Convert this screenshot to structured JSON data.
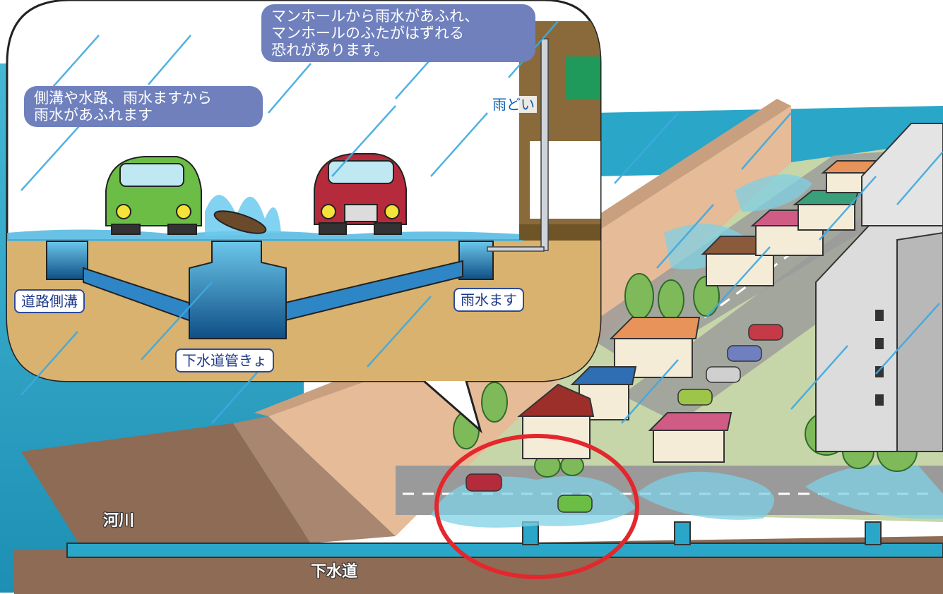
{
  "callouts": {
    "manhole": "マンホールから雨水があふれ、\nマンホールのふたがはずれる\n恐れがあります。",
    "gutter": "側溝や水路、雨水ますから\n雨水があふれます"
  },
  "labels": {
    "downspout": "雨どい",
    "road_gutter": "道路側溝",
    "rain_inlet": "雨水ます",
    "sewer_pipe": "下水道管きょ",
    "river": "河川",
    "sewer": "下水道"
  },
  "colors": {
    "sky_rain": "#3fa9e0",
    "callout_bg": "#6f80bd",
    "soil": "#d8b26e",
    "water": "#2aa6c8",
    "pipe": "#2f86c6",
    "ground_dark": "#9c7a63",
    "highlight_ring": "#e3272d"
  },
  "icons": {
    "car_green": "car-icon",
    "car_red": "car-icon",
    "manhole_lid": "manhole-cover-icon",
    "house": "house-icon",
    "building": "apartment-building-icon",
    "tree": "tree-icon"
  }
}
